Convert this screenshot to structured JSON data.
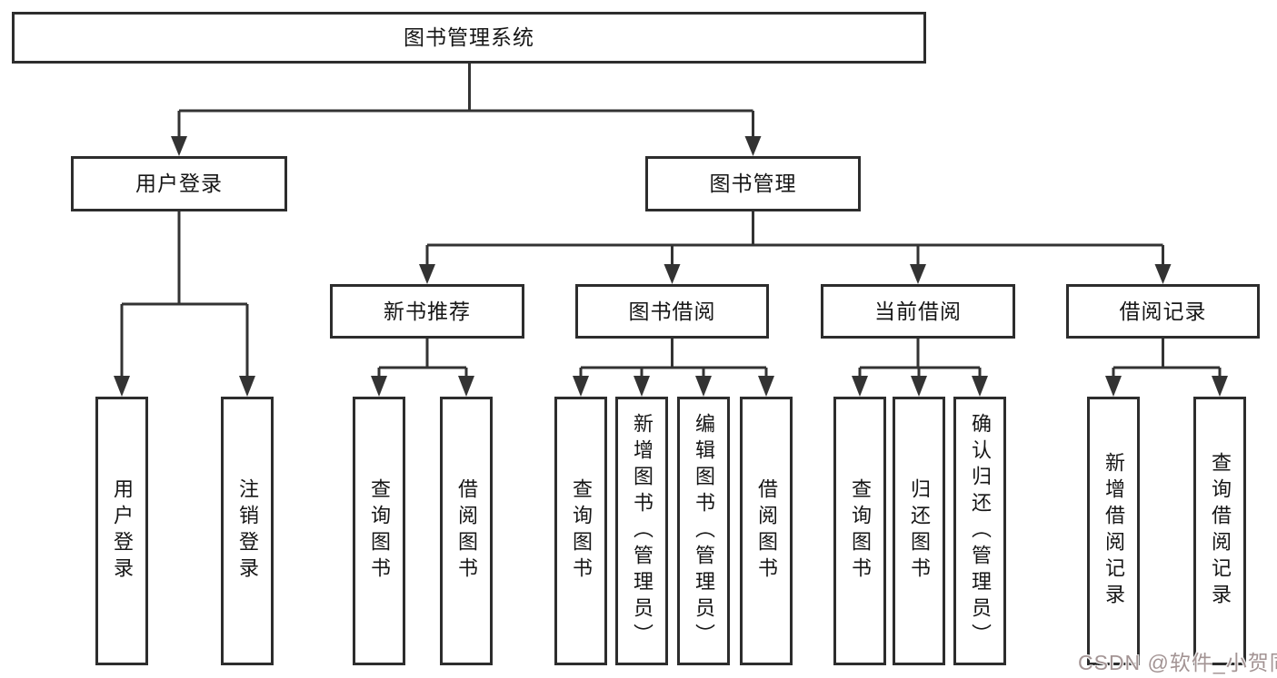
{
  "diagram": {
    "root": {
      "label": "图书管理系统"
    },
    "level2": [
      {
        "label": "用户登录"
      },
      {
        "label": "图书管理"
      }
    ],
    "level3": [
      {
        "label": "新书推荐"
      },
      {
        "label": "图书借阅"
      },
      {
        "label": "当前借阅"
      },
      {
        "label": "借阅记录"
      }
    ],
    "leaves": [
      {
        "label": "用户登录"
      },
      {
        "label": "注销登录"
      },
      {
        "label": "查询图书"
      },
      {
        "label": "借阅图书"
      },
      {
        "label": "查询图书"
      },
      {
        "label": "新增图书（管理员）"
      },
      {
        "label": "编辑图书（管理员）"
      },
      {
        "label": "借阅图书"
      },
      {
        "label": "查询图书"
      },
      {
        "label": "归还图书"
      },
      {
        "label": "确认归还（管理员）"
      },
      {
        "label": "新增借阅记录"
      },
      {
        "label": "查询借阅记录"
      }
    ]
  },
  "watermark": {
    "text": "CSDN @软件_小贺同学",
    "color": "#9e8e8e"
  },
  "colors": {
    "line": "#333333",
    "box_border": "#2d2d2d",
    "text": "#161616",
    "background": "#ffffff"
  }
}
